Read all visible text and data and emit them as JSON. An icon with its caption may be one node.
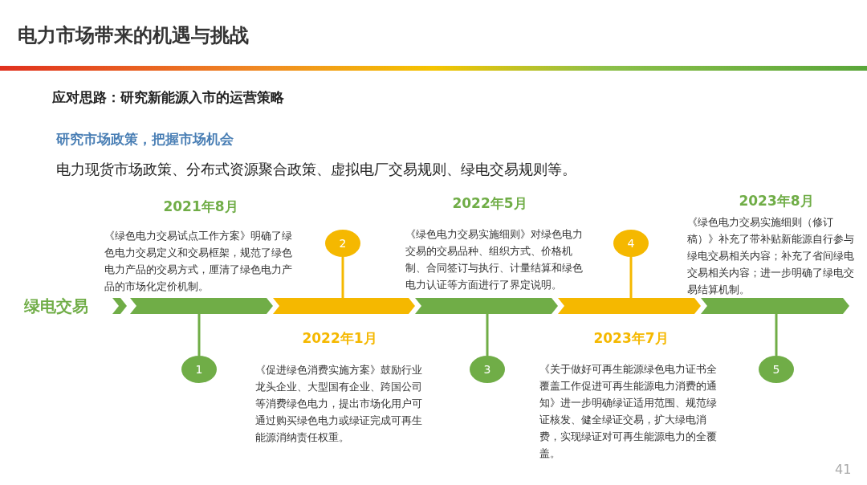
{
  "diagram": {
    "title": "电力市场带来的机遇与挑战",
    "nodes": [
      {
        "text": [],
        "shape": "bar",
        "beside": [
          "绿电交易"
        ]
      },
      {
        "text": [
          "1"
        ]
      },
      {
        "text": [
          "2"
        ]
      },
      {
        "text": [
          "3"
        ]
      },
      {
        "text": [
          "4"
        ]
      },
      {
        "text": [
          "5"
        ]
      }
    ],
    "edges": [
      {
        "from": 1,
        "to": 0,
        "arrow": "none"
      },
      {
        "from": 2,
        "to": 0,
        "arrow": "none",
        "color": "#f5b800"
      },
      {
        "from": 3,
        "to": 0,
        "arrow": "none"
      },
      {
        "from": 4,
        "to": 0,
        "arrow": "none",
        "color": "#f5b800"
      },
      {
        "from": 5,
        "to": 0,
        "arrow": "none"
      }
    ],
    "labels": [
      "应对思路：研究新能源入市的运营策略",
      "研究市场政策，把握市场机会",
      "电力现货市场政策、分布式资源聚合政策、虚拟电厂交易规则、绿电交易规则等。",
      "2021年8月",
      "《绿色电力交易试点工作方案》明确了绿色电力交易定义和交易框架，规范了绿色电力产品的交易方式，厘清了绿色电力产品的市场化定价机制。",
      "2022年5月",
      "《绿色电力交易实施细则》对绿色电力交易的交易品种、组织方式、价格机制、合同签订与执行、计量结算和绿色电力认证等方面进行了界定说明。",
      "2023年8月",
      "《绿色电力交易实施细则（修订稿）》补充了带补贴新能源自行参与绿电交易相关内容；补充了省间绿电交易相关内容；进一步明确了绿电交易结算机制。",
      "2022年1月",
      "《促进绿色消费实施方案》鼓励行业龙头企业、大型国有企业、跨国公司等消费绿色电力，提出市场化用户可通过购买绿色电力或绿证完成可再生能源消纳责任权重。",
      "2023年7月",
      "《关于做好可再生能源绿色电力证书全覆盖工作促进可再生能源电力消费的通知》进一步明确绿证适用范围、规范绿证核发、健全绿证交易，扩大绿电消费，实现绿证对可再生能源电力的全覆盖。",
      "41"
    ]
  }
}
